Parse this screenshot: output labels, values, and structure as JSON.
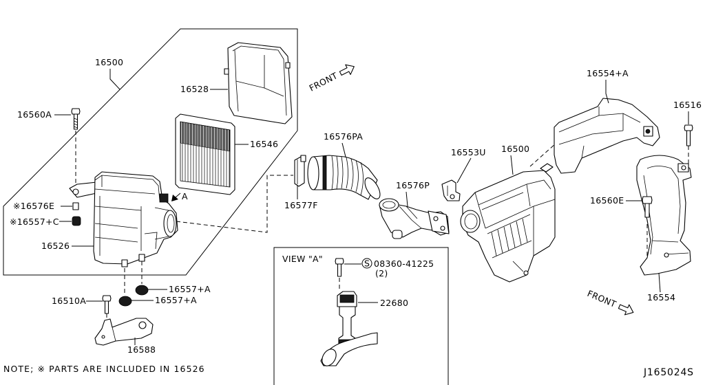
{
  "diagram": {
    "code": "J165024S",
    "note": "NOTE; ※ PARTS ARE INCLUDED IN 16526"
  },
  "callouts": {
    "assy_left": "16500",
    "upper_cover": "16528",
    "filter_element": "16546",
    "bolt_16560a": "16560A",
    "part_16576e": "※16576E",
    "grommet_16557c": "※16557+C",
    "lower_case": "16526",
    "view_marker": "A",
    "grommet_16557a_upper": "16557+A",
    "grommet_16557a_lower": "16557+A",
    "bolt_16510a": "16510A",
    "bracket_16588": "16588",
    "duct_16576pa": "16576PA",
    "clamp_16577f": "16577F",
    "duct_16576p": "16576P",
    "bracket_16553u": "16553U",
    "assy_right": "16500",
    "duct_16554a": "16554+A",
    "bolt_16516": "16516",
    "bolt_16560e": "16560E",
    "duct_16554": "16554"
  },
  "front_labels": [
    "FRONT",
    "FRONT"
  ],
  "view_a": {
    "title": "VIEW \"A\"",
    "bolt_symbol": "S",
    "bolt_part": "08360-41225",
    "bolt_qty": "(2)",
    "sensor_part": "22680"
  },
  "colors": {
    "line": "#000000",
    "background": "#ffffff"
  }
}
